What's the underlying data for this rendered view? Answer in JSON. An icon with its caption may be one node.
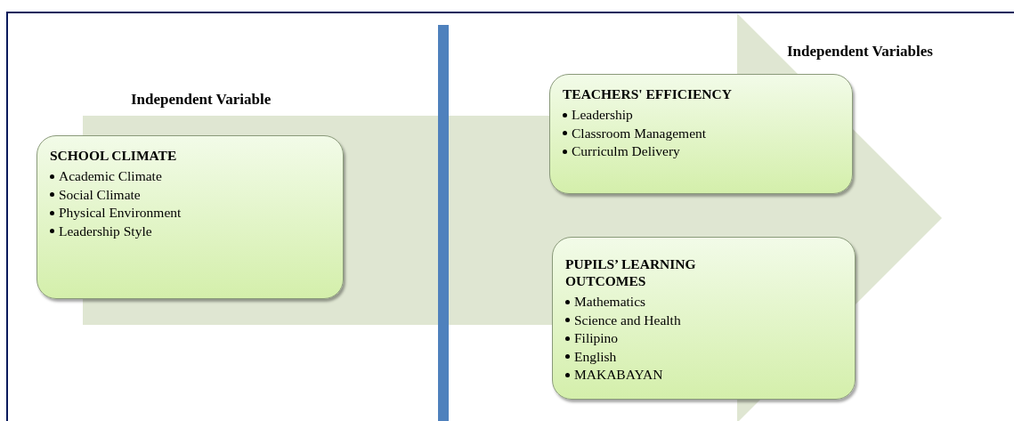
{
  "diagram": {
    "nodes": [
      {
        "text": [
          "SCHOOL CLIMATE",
          "Academic Climate",
          "Social Climate",
          "Physical Environment",
          "Leadership Style"
        ]
      },
      {
        "text": [
          "TEACHERS' EFFICIENCY",
          "Leadership",
          "Classroom Management",
          "Curriculm Delivery"
        ]
      },
      {
        "text": [
          "PUPILS’ LEARNING OUTCOMES",
          "Mathematics",
          "Science and Health",
          "Filipino",
          "English",
          "MAKABAYAN"
        ]
      }
    ],
    "labels": [
      "Independent Variable",
      "Independent Variables"
    ]
  }
}
